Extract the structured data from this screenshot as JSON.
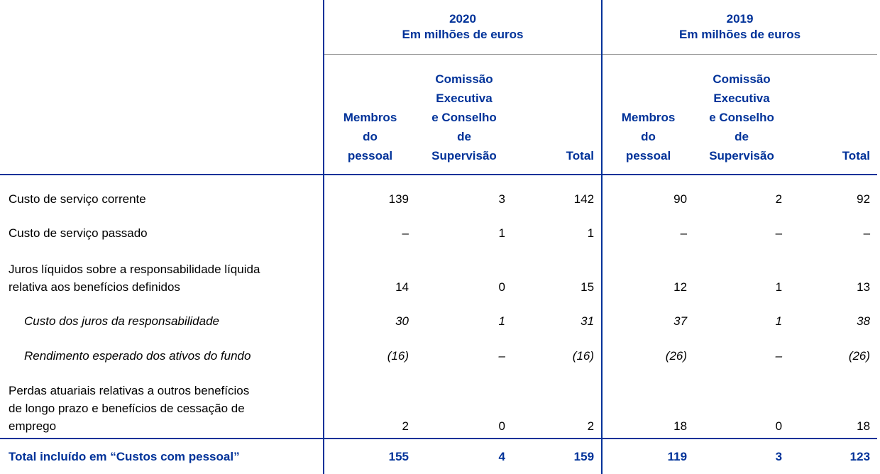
{
  "header": {
    "year_2020": "2020",
    "year_2019": "2019",
    "unit": "Em milhões de euros",
    "col_staff": [
      "Membros",
      "do",
      "pessoal"
    ],
    "col_board": [
      "Comissão",
      "Executiva",
      "e Conselho",
      "de",
      "Supervisão"
    ],
    "col_total": "Total"
  },
  "rows": [
    {
      "label": [
        "Custo de serviço corrente"
      ],
      "values": [
        "139",
        "3",
        "142",
        "90",
        "2",
        "92"
      ]
    },
    {
      "label": [
        "Custo de serviço passado"
      ],
      "values": [
        "–",
        "1",
        "1",
        "–",
        "–",
        "–"
      ]
    },
    {
      "label": [
        "Juros líquidos sobre a responsabilidade líquida",
        "relativa aos benefícios definidos"
      ],
      "values": [
        "14",
        "0",
        "15",
        "12",
        "1",
        "13"
      ]
    },
    {
      "label": [
        "Custo dos juros da responsabilidade"
      ],
      "values": [
        "30",
        "1",
        "31",
        "37",
        "1",
        "38"
      ]
    },
    {
      "label": [
        "Rendimento esperado dos ativos do fundo"
      ],
      "values": [
        "(16)",
        "–",
        "(16)",
        "(26)",
        "–",
        "(26)"
      ]
    },
    {
      "label": [
        "Perdas atuariais relativas a outros benefícios",
        "de longo prazo e benefícios de cessação de",
        "emprego"
      ],
      "values": [
        "2",
        "0",
        "2",
        "18",
        "0",
        "18"
      ]
    }
  ],
  "total": {
    "label": "Total incluído em “Custos com pessoal”",
    "values": [
      "155",
      "4",
      "159",
      "119",
      "3",
      "123"
    ]
  },
  "colors": {
    "accent": "#003299"
  }
}
